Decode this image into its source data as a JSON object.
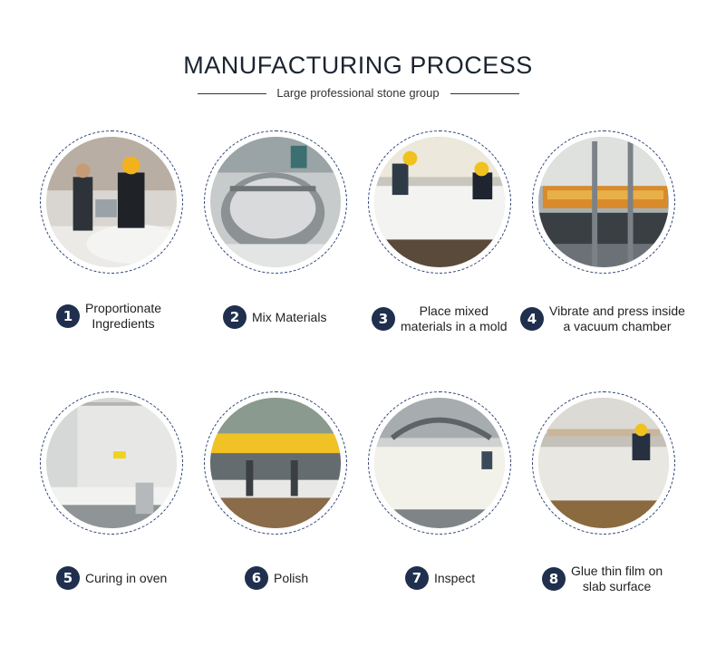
{
  "header": {
    "title": "MANUFACTURING PROCESS",
    "subtitle": "Large professional stone group"
  },
  "steps": [
    {
      "number": "1",
      "label": "Proportionate\nIngredients",
      "photo": "workers-mixing-ingredients"
    },
    {
      "number": "2",
      "label": "Mix Materials",
      "photo": "mixing-machine"
    },
    {
      "number": "3",
      "label": "Place mixed\nmaterials in a mold",
      "photo": "workers-molding"
    },
    {
      "number": "4",
      "label": "Vibrate and press inside\na vacuum chamber",
      "photo": "vacuum-press"
    },
    {
      "number": "5",
      "label": "Curing in oven",
      "photo": "curing-oven"
    },
    {
      "number": "6",
      "label": "Polish",
      "photo": "polishing-line"
    },
    {
      "number": "7",
      "label": "Inspect",
      "photo": "inspection"
    },
    {
      "number": "8",
      "label": "Glue thin film on\nslab surface",
      "photo": "film-gluing"
    }
  ],
  "colors": {
    "badge": "#1f2f4d",
    "ring": "#2a3f73"
  }
}
